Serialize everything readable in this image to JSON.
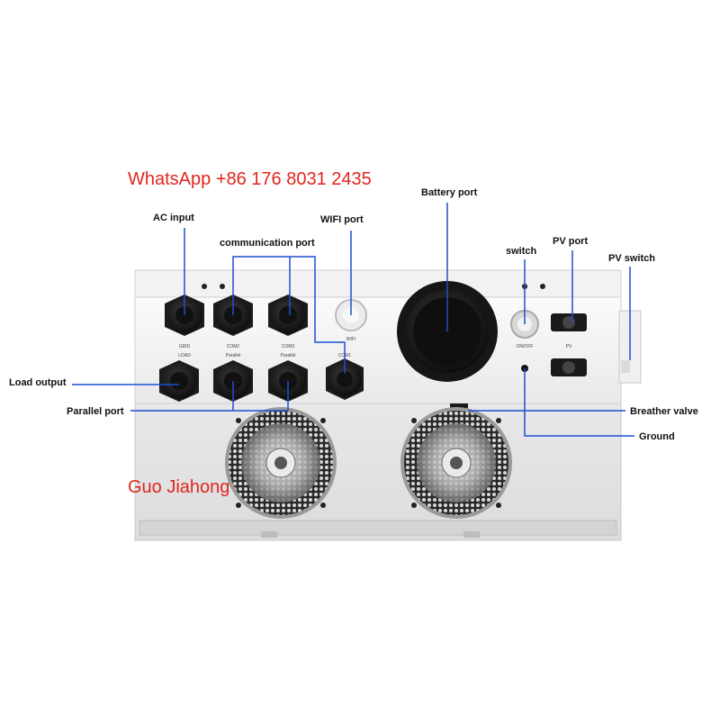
{
  "watermarks": {
    "contact": "WhatsApp +86 176 8031 2435",
    "name": "Guo Jiahong"
  },
  "callouts": {
    "ac_input": "AC input",
    "communication_port": "communication port",
    "wifi_port": "WIFI port",
    "battery_port": "Battery port",
    "switch": "switch",
    "pv_port": "PV port",
    "pv_switch": "PV switch",
    "load_output": "Load output",
    "parallel_port": "Parallel port",
    "breather_valve": "Breather valve",
    "ground": "Ground"
  },
  "panel_labels": {
    "grid": "GRID",
    "com2": "COM2",
    "com3": "COM3",
    "wifi": "WIFI",
    "load": "LOAD",
    "parallel_a": "Parallel",
    "parallel_b": "Parallel",
    "com1": "COM1",
    "onoff": "ON/OFF",
    "pv": "PV"
  },
  "colors": {
    "leader_line": "#1f4fd1",
    "watermark": "#e0261d",
    "gland": "#1a1a1a",
    "chassis": "#eeeeef"
  }
}
